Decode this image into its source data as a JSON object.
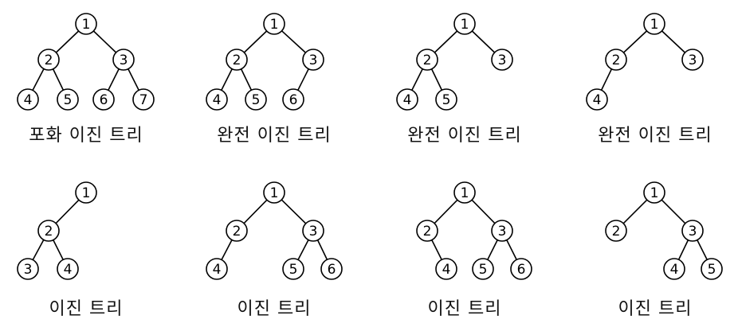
{
  "trees": [
    {
      "caption": "포화 이진 트리",
      "nodes": [
        {
          "label": "1"
        },
        {
          "label": "2",
          "parent": 0
        },
        {
          "label": "3",
          "parent": 0
        },
        {
          "label": "4",
          "parent": 1
        },
        {
          "label": "5",
          "parent": 1
        },
        {
          "label": "6",
          "parent": 2
        },
        {
          "label": "7",
          "parent": 2
        }
      ]
    },
    {
      "caption": "완전 이진 트리",
      "nodes": [
        {
          "label": "1"
        },
        {
          "label": "2",
          "parent": 0
        },
        {
          "label": "3",
          "parent": 0
        },
        {
          "label": "4",
          "parent": 1
        },
        {
          "label": "5",
          "parent": 1
        },
        {
          "label": "6",
          "parent": 2
        }
      ]
    },
    {
      "caption": "완전 이진 트리",
      "nodes": [
        {
          "label": "1"
        },
        {
          "label": "2",
          "parent": 0
        },
        {
          "label": "3",
          "parent": 0
        },
        {
          "label": "4",
          "parent": 1
        },
        {
          "label": "5",
          "parent": 1
        }
      ]
    },
    {
      "caption": "완전 이진 트리",
      "nodes": [
        {
          "label": "1"
        },
        {
          "label": "2",
          "parent": 0
        },
        {
          "label": "3",
          "parent": 0
        },
        {
          "label": "4",
          "parent": 1
        }
      ]
    },
    {
      "caption": "이진 트리",
      "nodes": [
        {
          "label": "1"
        },
        {
          "label": "2",
          "parent": 0
        },
        {
          "label": "3",
          "parent": 1
        },
        {
          "label": "4",
          "parent": 1
        }
      ]
    },
    {
      "caption": "이진 트리",
      "nodes": [
        {
          "label": "1"
        },
        {
          "label": "2",
          "parent": 0
        },
        {
          "label": "3",
          "parent": 0
        },
        {
          "label": "4",
          "parent": 1
        },
        {
          "label": "5",
          "parent": 2
        },
        {
          "label": "6",
          "parent": 2
        }
      ]
    },
    {
      "caption": "이진 트리",
      "nodes": [
        {
          "label": "1"
        },
        {
          "label": "2",
          "parent": 0
        },
        {
          "label": "3",
          "parent": 0
        },
        {
          "label": "4",
          "parent": 1
        },
        {
          "label": "5",
          "parent": 2
        },
        {
          "label": "6",
          "parent": 2
        }
      ]
    },
    {
      "caption": "이진 트리",
      "nodes": [
        {
          "label": "1"
        },
        {
          "label": "2",
          "parent": 0
        },
        {
          "label": "3",
          "parent": 0
        },
        {
          "label": "4",
          "parent": 2
        },
        {
          "label": "5",
          "parent": 2
        }
      ]
    }
  ]
}
